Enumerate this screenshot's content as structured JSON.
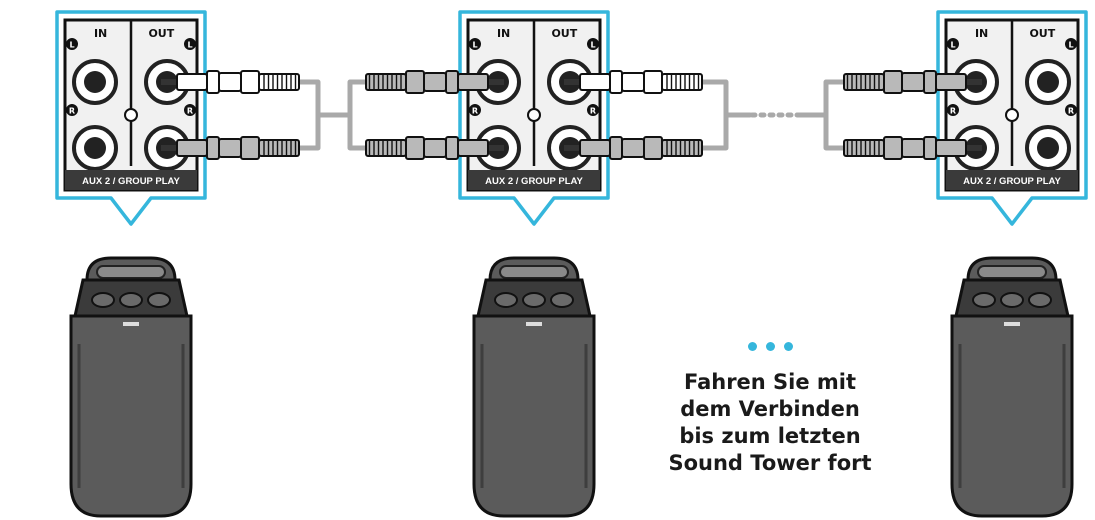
{
  "colors": {
    "frame": "#35b6dc",
    "panel": "#f1f1f1",
    "panel_bar": "#3a3a3a",
    "jack_ring": "#222222",
    "plug_white": "#ffffff",
    "plug_grey": "#b9b9b9",
    "cable": "#a9a9a9",
    "speaker_body": "#5b5b5b",
    "speaker_dark": "#3b3b3b",
    "dots": "#35b6dc"
  },
  "icons": {
    "channel_left": "L-circle-icon",
    "channel_right": "R-circle-icon"
  },
  "units": [
    {
      "panel": {
        "in_label": "IN",
        "out_label": "OUT",
        "bar_label": "AUX 2 / GROUP PLAY"
      },
      "plugs": {
        "in_top": false,
        "in_bottom": false,
        "out_top": "white",
        "out_bottom": "grey"
      }
    },
    {
      "panel": {
        "in_label": "IN",
        "out_label": "OUT",
        "bar_label": "AUX 2 / GROUP PLAY"
      },
      "plugs": {
        "in_top": "grey",
        "in_bottom": "grey",
        "out_top": "white",
        "out_bottom": "grey"
      }
    },
    {
      "panel": {
        "in_label": "IN",
        "out_label": "OUT",
        "bar_label": "AUX 2 / GROUP PLAY"
      },
      "plugs": {
        "in_top": "grey",
        "in_bottom": "grey",
        "out_top": false,
        "out_bottom": false
      }
    }
  ],
  "caption": {
    "lines": [
      "Fahren Sie mit",
      "dem Verbinden",
      "bis zum letzten",
      "Sound Tower fort"
    ]
  }
}
